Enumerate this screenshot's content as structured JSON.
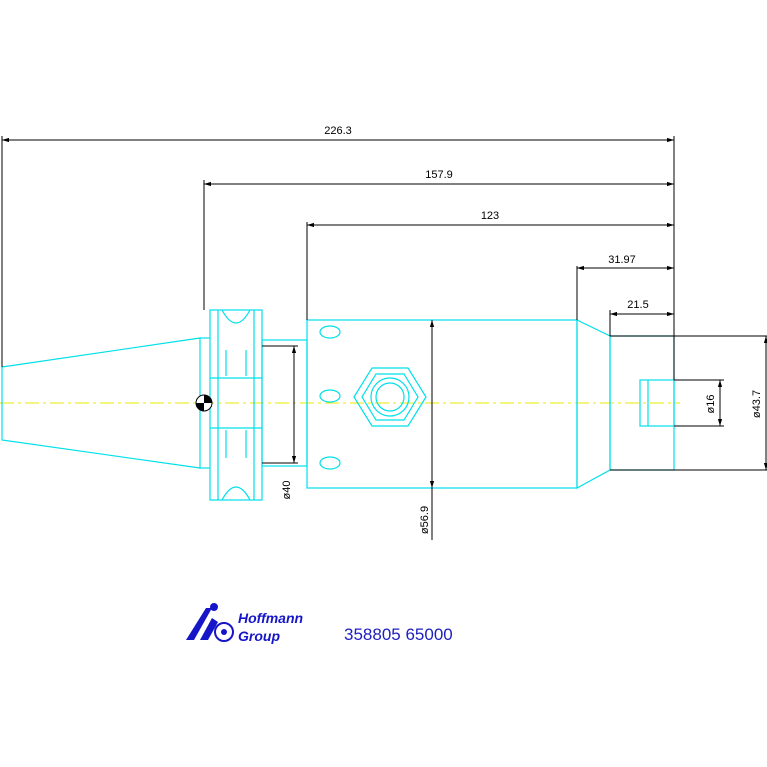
{
  "dimensions": {
    "overall_length": "226.3",
    "flange_length": "157.9",
    "body_length": "123",
    "taper_length": "31.97",
    "nose_length": "21.5",
    "dia_shank": "ø40",
    "dia_body": "ø56.9",
    "dia_bore": "ø16",
    "dia_nose": "ø43.7"
  },
  "logo": {
    "line1": "Hoffmann",
    "line2": "Group"
  },
  "part_number": "358805 65000",
  "colors": {
    "outline": "#00e0e8",
    "centerline": "#e8e800",
    "dimension": "#000000",
    "logo": "#1616c8"
  }
}
